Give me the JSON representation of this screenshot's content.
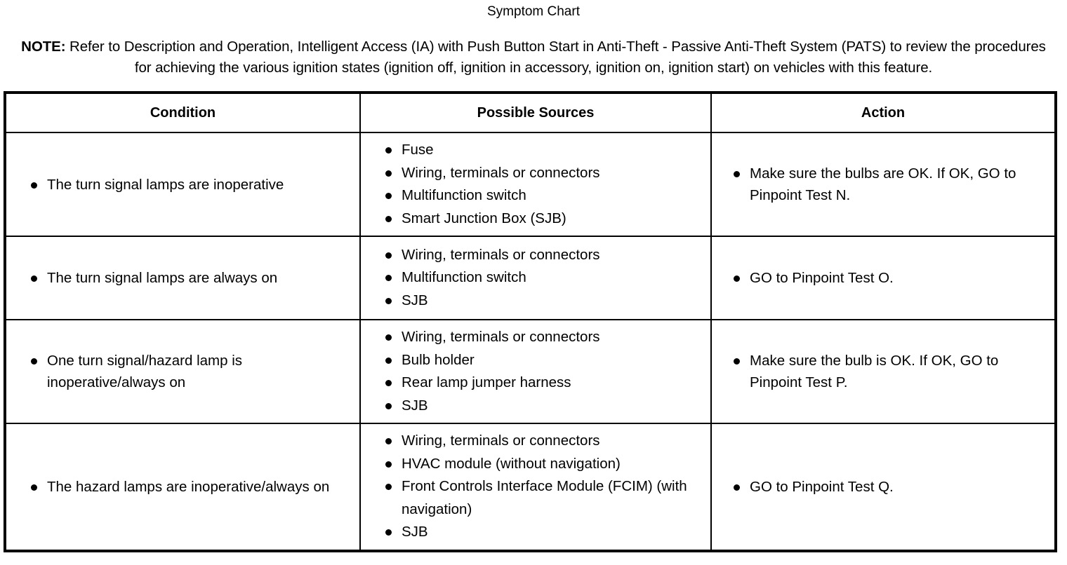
{
  "document": {
    "title": "Symptom Chart",
    "note": {
      "label": "NOTE:",
      "text": " Refer to Description and Operation, Intelligent Access (IA) with Push Button Start in Anti-Theft - Passive Anti-Theft System (PATS) to review the procedures for achieving the various ignition states (ignition off, ignition in accessory, ignition on, ignition start) on vehicles with this feature."
    }
  },
  "table": {
    "headers": {
      "condition": "Condition",
      "sources": "Possible Sources",
      "action": "Action"
    },
    "rows": [
      {
        "condition": [
          "The turn signal lamps are inoperative"
        ],
        "sources": [
          "Fuse",
          "Wiring, terminals or connectors",
          "Multifunction switch",
          "Smart Junction Box (SJB)"
        ],
        "action": [
          "Make sure the bulbs are OK. If OK, GO to Pinpoint Test N."
        ]
      },
      {
        "condition": [
          "The turn signal lamps are always on"
        ],
        "sources": [
          "Wiring, terminals or connectors",
          "Multifunction switch",
          "SJB"
        ],
        "action": [
          "GO to Pinpoint Test O."
        ]
      },
      {
        "condition": [
          "One turn signal/hazard lamp is inoperative/always on"
        ],
        "sources": [
          "Wiring, terminals or connectors",
          "Bulb holder",
          "Rear lamp jumper harness",
          "SJB"
        ],
        "action": [
          "Make sure the bulb is OK. If OK, GO to Pinpoint Test P."
        ]
      },
      {
        "condition": [
          "The hazard lamps are inoperative/always on"
        ],
        "sources": [
          "Wiring, terminals or connectors",
          "HVAC module (without navigation)",
          "Front Controls Interface Module (FCIM) (with navigation)",
          "SJB"
        ],
        "action": [
          "GO to Pinpoint Test Q."
        ]
      }
    ]
  },
  "colors": {
    "text": "#000000",
    "background": "#ffffff",
    "border": "#000000"
  }
}
